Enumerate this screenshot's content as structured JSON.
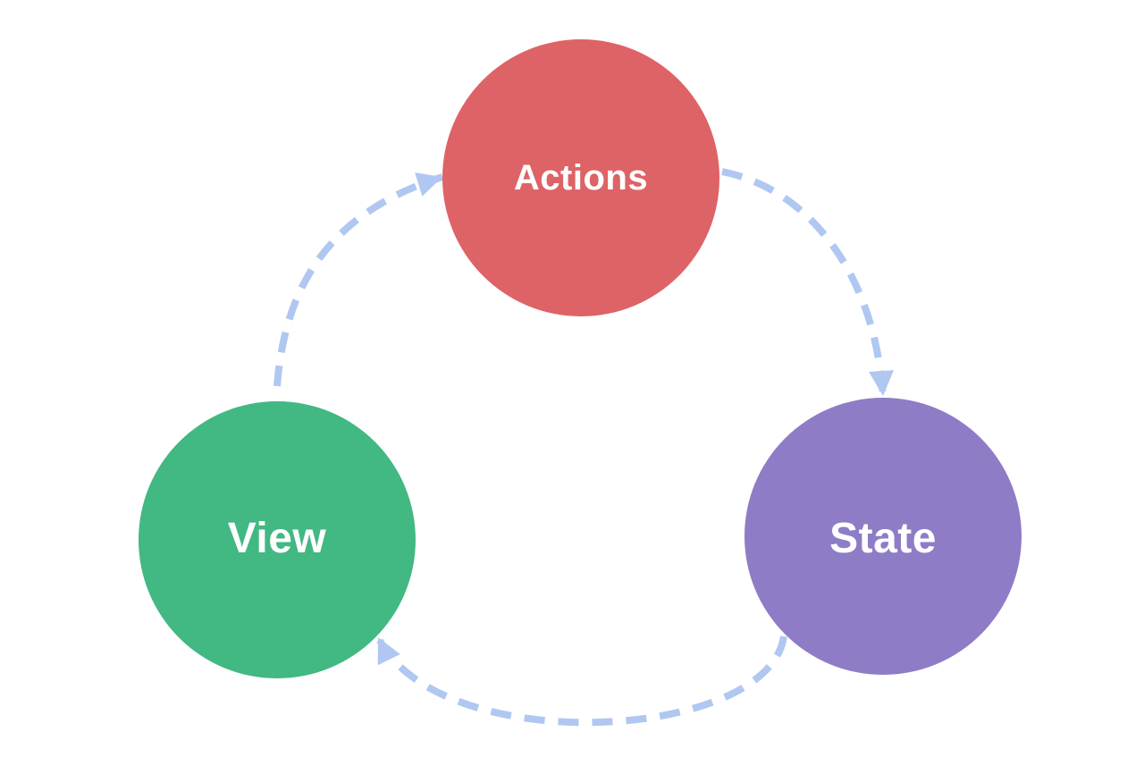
{
  "diagram": {
    "description": "circular one-way data flow",
    "background_color": "#ffffff",
    "arrow_color": "#b0c7f1",
    "label_color": "#ffffff",
    "nodes": [
      {
        "id": "actions",
        "label": "Actions",
        "color": "#de6366"
      },
      {
        "id": "state",
        "label": "State",
        "color": "#8f7cc6"
      },
      {
        "id": "view",
        "label": "View",
        "color": "#42b883"
      }
    ],
    "edges": [
      {
        "from": "Actions",
        "to": "State"
      },
      {
        "from": "State",
        "to": "View"
      },
      {
        "from": "View",
        "to": "Actions"
      }
    ]
  }
}
